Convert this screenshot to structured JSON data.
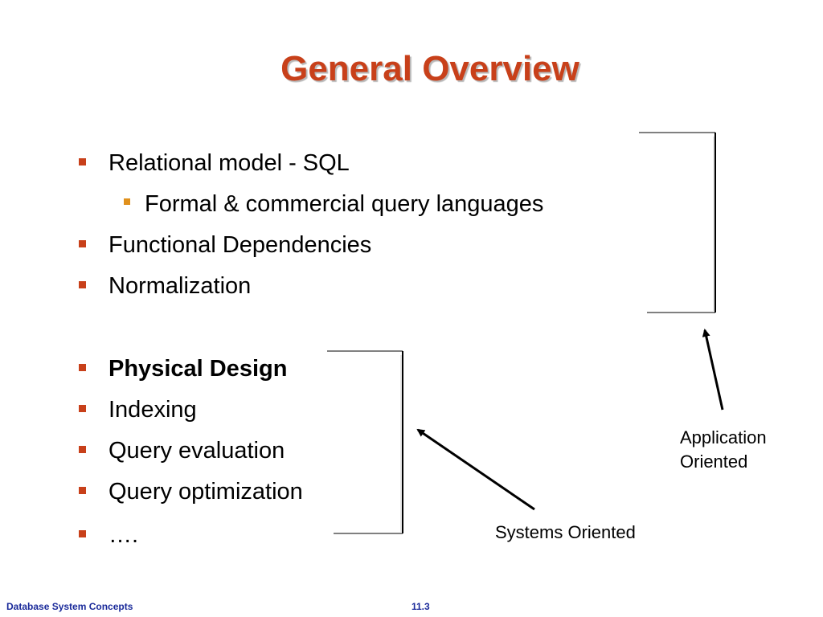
{
  "slide": {
    "title": "General Overview",
    "bullets": [
      {
        "text": "Relational model - SQL",
        "level": 1,
        "bold": false
      },
      {
        "text": "Formal  & commercial query languages",
        "level": 2,
        "bold": false
      },
      {
        "text": "Functional Dependencies",
        "level": 1,
        "bold": false
      },
      {
        "text": "Normalization",
        "level": 1,
        "bold": false
      },
      {
        "text": "Physical Design",
        "level": 1,
        "bold": true
      },
      {
        "text": "Indexing",
        "level": 1,
        "bold": false
      },
      {
        "text": "Query evaluation",
        "level": 1,
        "bold": false
      },
      {
        "text": "Query optimization",
        "level": 1,
        "bold": false
      },
      {
        "text": "….",
        "level": 1,
        "bold": false
      }
    ],
    "annotations": {
      "application_line1": "Application",
      "application_line2": "Oriented",
      "systems": "Systems Oriented"
    },
    "footer": {
      "left": "Database System Concepts",
      "page": "11.3"
    }
  },
  "colors": {
    "title": "#c8401a",
    "bullet_level1": "#c8401a",
    "bullet_level2": "#e0901c",
    "footer": "#1a2a9a"
  }
}
